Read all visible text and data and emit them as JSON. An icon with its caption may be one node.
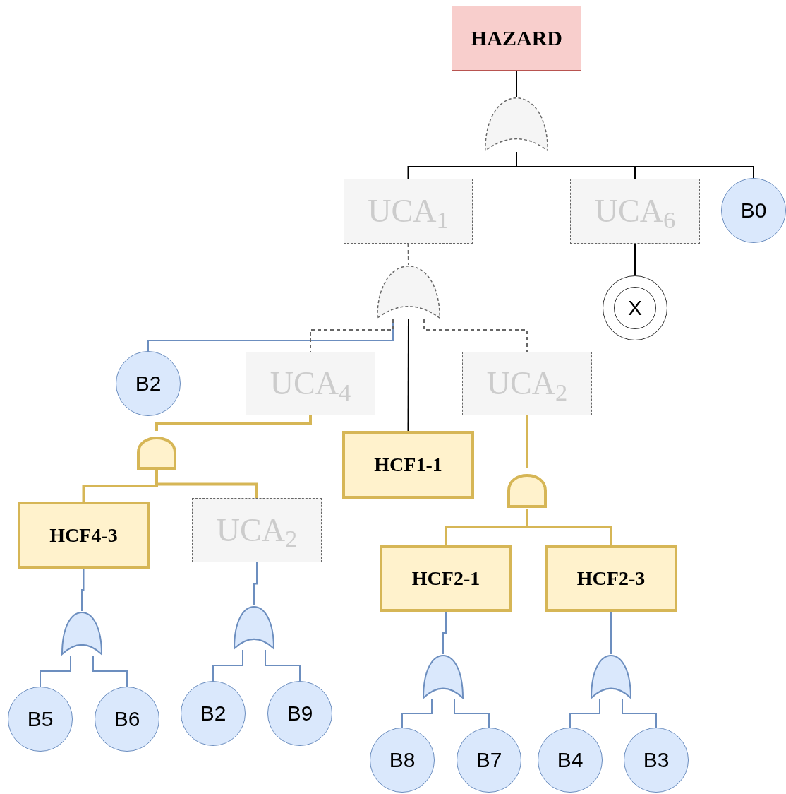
{
  "diagram": {
    "nodes": [
      {
        "text": [
          "HAZARD"
        ]
      },
      {
        "text": [],
        "shape": "or-gate"
      },
      {
        "text": [
          "UCA$_{1}$"
        ]
      },
      {
        "text": [
          "UCA$_{6}$"
        ]
      },
      {
        "text": [
          "B0"
        ]
      },
      {
        "text": [],
        "shape": "or-gate"
      },
      {
        "text": [
          "X"
        ]
      },
      {
        "text": [
          "B2"
        ]
      },
      {
        "text": [
          "UCA$_{4}$"
        ]
      },
      {
        "text": [
          "HCF1-1"
        ]
      },
      {
        "text": [
          "UCA$_{2}$"
        ]
      },
      {
        "text": [],
        "shape": "and-gate"
      },
      {
        "text": [],
        "shape": "and-gate"
      },
      {
        "text": [
          "HCF4-3"
        ]
      },
      {
        "text": [
          "UCA$_{2}$"
        ]
      },
      {
        "text": [
          "HCF2-1"
        ]
      },
      {
        "text": [
          "HCF2-3"
        ]
      },
      {
        "text": [],
        "shape": "or-gate"
      },
      {
        "text": [],
        "shape": "or-gate"
      },
      {
        "text": [],
        "shape": "or-gate"
      },
      {
        "text": [],
        "shape": "or-gate"
      },
      {
        "text": [
          "B5"
        ]
      },
      {
        "text": [
          "B6"
        ]
      },
      {
        "text": [
          "B2"
        ]
      },
      {
        "text": [
          "B9"
        ]
      },
      {
        "text": [
          "B8"
        ]
      },
      {
        "text": [
          "B7"
        ]
      },
      {
        "text": [
          "B4"
        ]
      },
      {
        "text": [
          "B3"
        ]
      }
    ],
    "edges": [
      {
        "from": 0,
        "to": 1,
        "arrow": "none",
        "color": "#000000"
      },
      {
        "from": 1,
        "to": 2,
        "arrow": "none",
        "color": "#000000"
      },
      {
        "from": 1,
        "to": 3,
        "arrow": "none",
        "color": "#000000"
      },
      {
        "from": 1,
        "to": 4,
        "arrow": "none",
        "color": "#000000"
      },
      {
        "from": 2,
        "to": 5,
        "arrow": "none",
        "style": "dashed",
        "color": "#666666"
      },
      {
        "from": 3,
        "to": 6,
        "arrow": "none",
        "color": "#000000"
      },
      {
        "from": 5,
        "to": 7,
        "arrow": "none"
      },
      {
        "from": 5,
        "to": 8,
        "arrow": "none",
        "style": "dashed",
        "color": "#666666"
      },
      {
        "from": 5,
        "to": 9,
        "arrow": "none",
        "color": "#000000"
      },
      {
        "from": 5,
        "to": 10,
        "arrow": "none",
        "style": "dashed",
        "color": "#666666"
      },
      {
        "from": 8,
        "to": 11,
        "arrow": "none",
        "style": "thick",
        "color": "#d6b656"
      },
      {
        "from": 11,
        "to": 13,
        "arrow": "none",
        "style": "thick",
        "color": "#d6b656"
      },
      {
        "from": 11,
        "to": 14,
        "arrow": "none",
        "style": "thick",
        "color": "#d6b656"
      },
      {
        "from": 10,
        "to": 12,
        "arrow": "none",
        "style": "thick",
        "color": "#d6b656"
      },
      {
        "from": 12,
        "to": 15,
        "arrow": "none",
        "style": "thick",
        "color": "#d6b656"
      },
      {
        "from": 12,
        "to": 16,
        "arrow": "none",
        "style": "thick",
        "color": "#d6b656"
      },
      {
        "from": 13,
        "to": 17,
        "arrow": "none"
      },
      {
        "from": 17,
        "to": 21,
        "arrow": "none"
      },
      {
        "from": 17,
        "to": 22,
        "arrow": "none"
      },
      {
        "from": 14,
        "to": 18,
        "arrow": "none"
      },
      {
        "from": 18,
        "to": 23,
        "arrow": "none"
      },
      {
        "from": 18,
        "to": 24,
        "arrow": "none"
      },
      {
        "from": 15,
        "to": 19,
        "arrow": "none"
      },
      {
        "from": 19,
        "to": 25,
        "arrow": "none"
      },
      {
        "from": 19,
        "to": 26,
        "arrow": "none"
      },
      {
        "from": 16,
        "to": 20,
        "arrow": "none"
      },
      {
        "from": 20,
        "to": 27,
        "arrow": "none"
      },
      {
        "from": 20,
        "to": 28,
        "arrow": "none"
      }
    ]
  }
}
